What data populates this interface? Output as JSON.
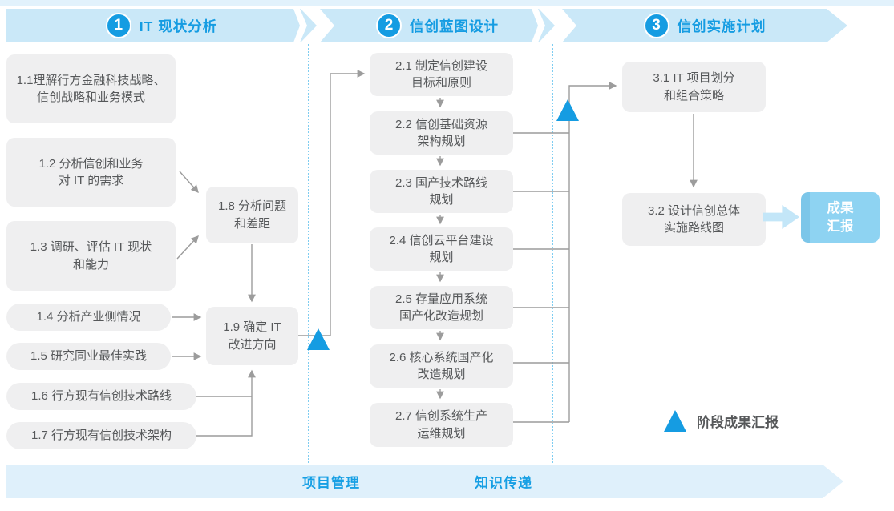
{
  "header": {
    "phases": [
      {
        "number": "1",
        "title": "IT 现状分析"
      },
      {
        "number": "2",
        "title": "信创蓝图设计"
      },
      {
        "number": "3",
        "title": "信创实施计划"
      }
    ]
  },
  "phase1": {
    "box_1_1": "1.1理解行方金融科技战略、\n信创战略和业务模式",
    "box_1_2": "1.2 分析信创和业务\n对 IT 的需求",
    "box_1_3": "1.3 调研、评估 IT 现状\n和能力",
    "box_1_4": "1.4 分析产业侧情况",
    "box_1_5": "1.5 研究同业最佳实践",
    "box_1_6": "1.6 行方现有信创技术路线",
    "box_1_7": "1.7 行方现有信创技术架构",
    "box_1_8": "1.8 分析问题\n和差距",
    "box_1_9": "1.9 确定 IT\n改进方向"
  },
  "phase2": {
    "box_2_1": "2.1 制定信创建设\n目标和原则",
    "box_2_2": "2.2 信创基础资源\n架构规划",
    "box_2_3": "2.3 国产技术路线\n规划",
    "box_2_4": "2.4 信创云平台建设\n规划",
    "box_2_5": "2.5 存量应用系统\n国产化改造规划",
    "box_2_6": "2.6 核心系统国产化\n改造规划",
    "box_2_7": "2.7 信创系统生产\n运维规划"
  },
  "phase3": {
    "box_3_1": "3.1 IT 项目划分\n和组合策略",
    "box_3_2": "3.2 设计信创总体\n实施路线图",
    "result_label": "成果\n汇报"
  },
  "legend": {
    "label": "阶段成果汇报"
  },
  "footer": {
    "left_label": "项目管理",
    "right_label": "知识传递"
  },
  "colors": {
    "accent_blue": "#159ce2",
    "band_blue": "#cae8f8",
    "footer_blue": "#dff0fb",
    "box_gray": "#efeff0",
    "text_gray": "#56585a",
    "line_gray": "#9c9c9c",
    "result_blue": "#8ed3f2"
  }
}
